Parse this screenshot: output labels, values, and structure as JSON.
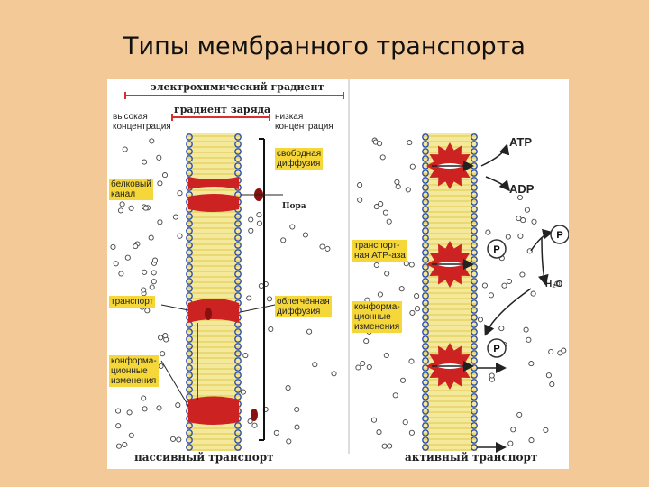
{
  "title": "Типы мембранного транспорта",
  "labels": {
    "electrochem_gradient": "электрохимический градиент",
    "charge_gradient": "градиент заряда",
    "high_conc": "высокая\nконцентрация",
    "low_conc": "низкая\nконцентрация",
    "free_diffusion": "свободная\nдиффузия",
    "protein_channel": "белковый\nканал",
    "pore": "Пора",
    "transport": "транспорт",
    "facilitated_diffusion": "облегчённая\nдиффузия",
    "conform_changes_left": "конформа-\nционные\nизменения",
    "transport_atpase": "транспорт-\nная АТР-аза",
    "conform_changes_right": "конформа-\nционные\nизменения",
    "atp": "ATP",
    "adp": "ADP",
    "p": "P",
    "h2o": "H₂O",
    "passive_transport": "пассивный транспорт",
    "active_transport": "активный транспорт"
  },
  "colors": {
    "background": "#f3c998",
    "highlight": "#f5d73a",
    "membrane": "#f2e58a",
    "head": "#2d4fb0",
    "protein": "#cc2222",
    "gradient_bar": "#d83030"
  }
}
